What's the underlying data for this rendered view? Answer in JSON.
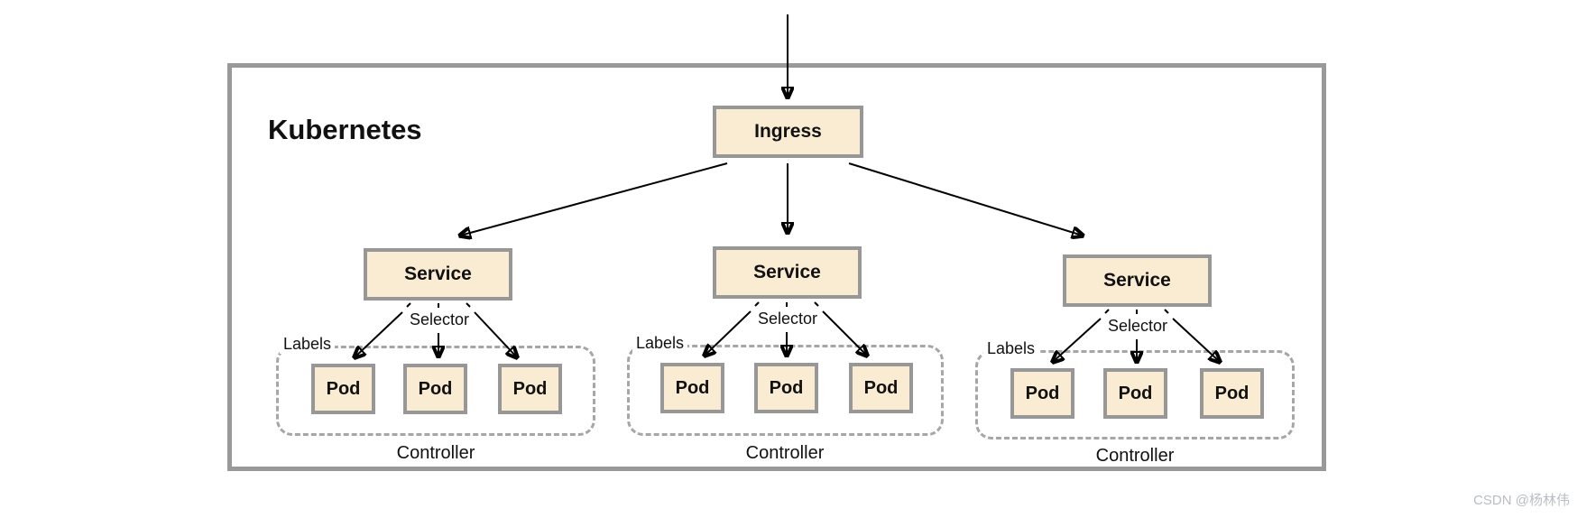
{
  "diagram": {
    "title": "Kubernetes",
    "ingress_label": "Ingress",
    "groups": [
      {
        "service_label": "Service",
        "selector_label": "Selector",
        "labels_label": "Labels",
        "controller_label": "Controller",
        "pods": [
          "Pod",
          "Pod",
          "Pod"
        ]
      },
      {
        "service_label": "Service",
        "selector_label": "Selector",
        "labels_label": "Labels",
        "controller_label": "Controller",
        "pods": [
          "Pod",
          "Pod",
          "Pod"
        ]
      },
      {
        "service_label": "Service",
        "selector_label": "Selector",
        "labels_label": "Labels",
        "controller_label": "Controller",
        "pods": [
          "Pod",
          "Pod",
          "Pod"
        ]
      }
    ],
    "watermark": "CSDN @杨林伟",
    "colors": {
      "node_fill": "#FAECD2",
      "node_border": "#979797",
      "frame_border": "#999999",
      "dashed_border": "#A6A6A6",
      "arrow": "#000000",
      "text": "#111111",
      "watermark": "#B9BDC3"
    }
  }
}
